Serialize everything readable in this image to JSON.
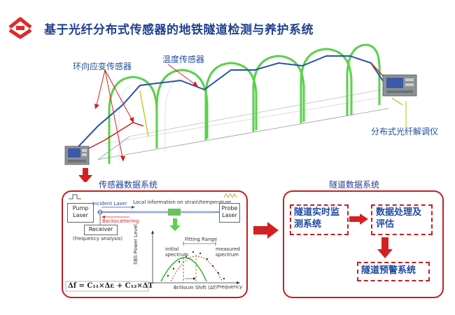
{
  "header": {
    "title": "基于光纤分布式传感器的地铁隧道检测与养护系统",
    "logo": "tunnel-logo-icon",
    "logo_color": "#e02a2a"
  },
  "tunnel_section": {
    "label_ring_strain": "环向应变传感器",
    "label_temperature": "温度传感器",
    "label_demodulator": "分布式光纤解调仪"
  },
  "sensor_system": {
    "title": "传感器数据系统",
    "pump_laser": "Pump Laser",
    "incident_laser": "Incident Laser",
    "backscattering": "Backscattering",
    "local_info": "Local information on strain/temperature",
    "probe_laser": "Probe Laser",
    "receiver": "Receiver",
    "frequency_analysis": "(frequency analysis)",
    "fitting_range": "Fitting Range",
    "initial_spectrum": "initial spectrum",
    "measured_spectrum": "measured spectrum",
    "y_axis": "SBS Power Level",
    "x_axis": "Frequency",
    "brillouin_shift": "Brillouin Shift (Δf)",
    "formula": "Δf = C₁₁×Δε + C₁₂×ΔT"
  },
  "tunnel_data_system": {
    "title": "隧道数据系统",
    "realtime_monitor": "隧道实时监测系统",
    "data_processing": "数据处理及评估",
    "early_warning": "隧道预警系统"
  },
  "colors": {
    "accent_red": "#c41f22",
    "text_blue": "#1e4aa3",
    "ring_green": "#5ad14a",
    "fiber_blue": "#2a4fb0",
    "fiber_red": "#d42020"
  }
}
